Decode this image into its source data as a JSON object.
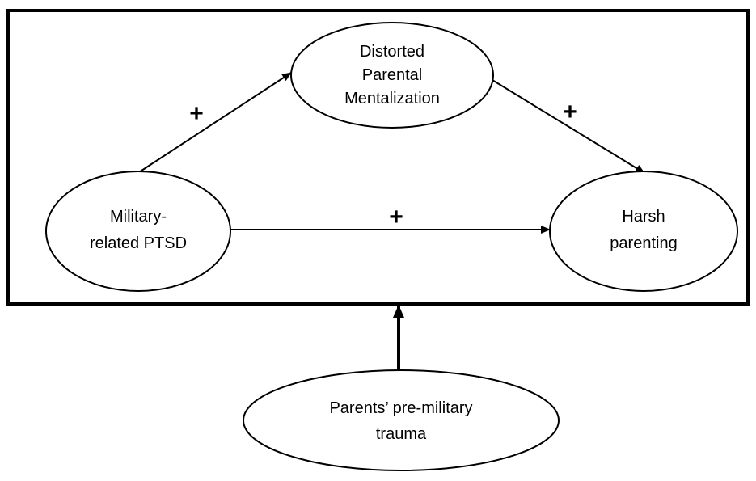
{
  "nodes": {
    "mentalization": {
      "lines": [
        "Distorted",
        "Parental",
        "Mentalization"
      ]
    },
    "ptsd": {
      "lines": [
        "Military-",
        "related PTSD"
      ]
    },
    "parenting": {
      "lines": [
        "Harsh",
        "parenting"
      ]
    },
    "trauma": {
      "lines": [
        "Parents’ pre-military",
        "trauma"
      ]
    }
  },
  "edges": {
    "ptsd_to_mentalization": {
      "sign": "+"
    },
    "mentalization_to_parenting": {
      "sign": "+"
    },
    "ptsd_to_parenting": {
      "sign": "+"
    },
    "trauma_to_model": {
      "sign": ""
    }
  }
}
